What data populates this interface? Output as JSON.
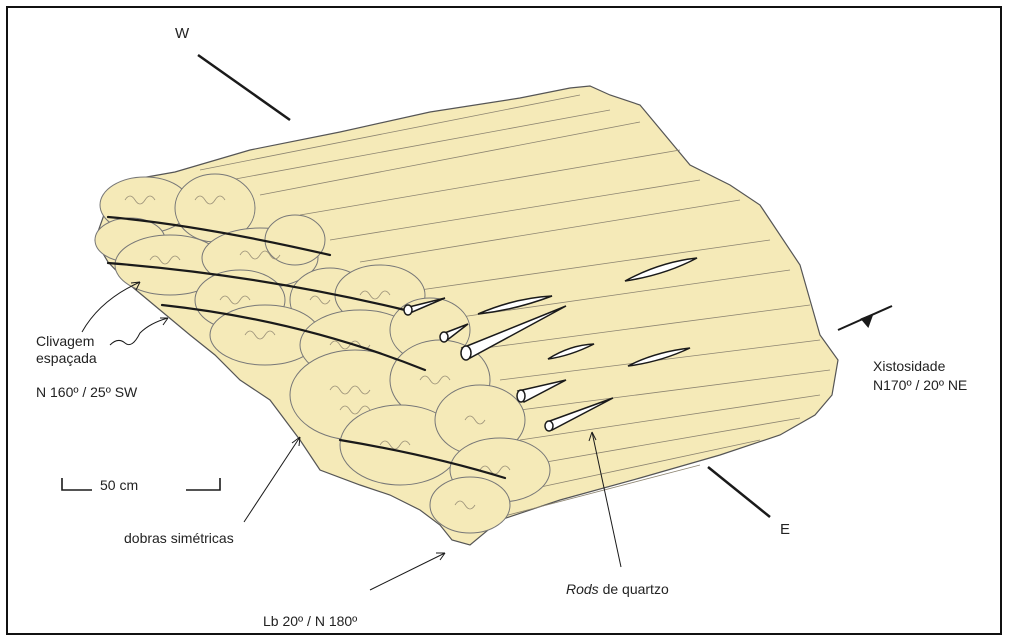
{
  "labels": {
    "west": "W",
    "east": "E",
    "clivagem_l1": "Clivagem",
    "clivagem_l2": "espaçada",
    "clivagem_attitude": "N 160º / 25º SW",
    "scale": "50 cm",
    "dobras": "dobras simétricas",
    "lineation": "Lb 20º / N 180º",
    "rods_italic": "Rods",
    "rods_rest": " de quartzo",
    "xistosidade_l1": "Xistosidade",
    "xistosidade_l2": "N170º / 20º NE"
  },
  "colors": {
    "rock_fill": "#f5eab8",
    "line": "#1a1a1a",
    "texture": "#8c8470",
    "quartz_fill": "#ffffff"
  }
}
